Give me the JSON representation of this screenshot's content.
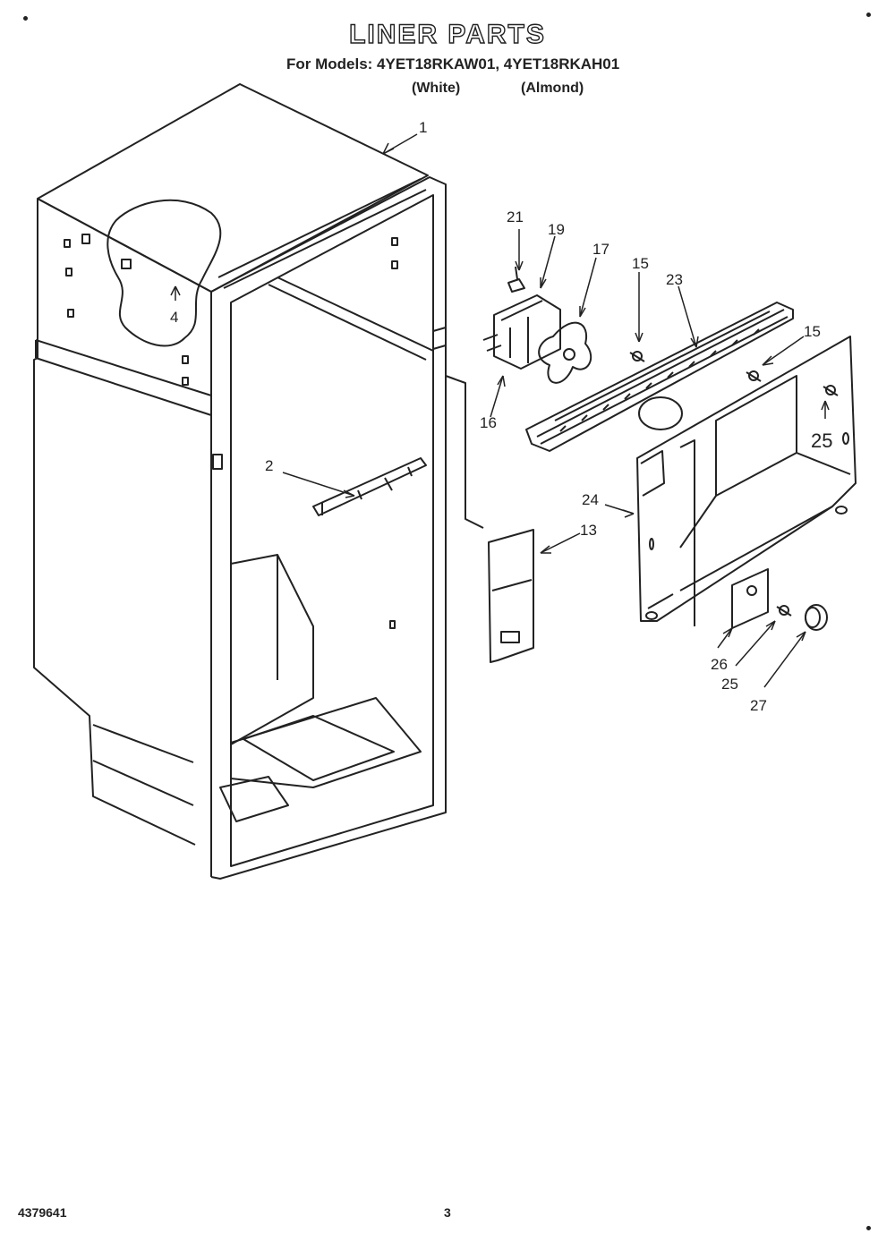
{
  "header": {
    "title": "LINER PARTS",
    "models_line": "For Models: 4YET18RKAW01, 4YET18RKAH01",
    "color_white": "(White)",
    "color_almond": "(Almond)"
  },
  "callouts": {
    "c1": "1",
    "c2": "2",
    "c4": "4",
    "c13": "13",
    "c15a": "15",
    "c15b": "15",
    "c16": "16",
    "c17": "17",
    "c19": "19",
    "c21": "21",
    "c23": "23",
    "c24": "24",
    "c25a": "25",
    "c25b": "25",
    "c26": "26",
    "c27": "27"
  },
  "footer": {
    "doc_number": "4379641",
    "page_number": "3"
  }
}
